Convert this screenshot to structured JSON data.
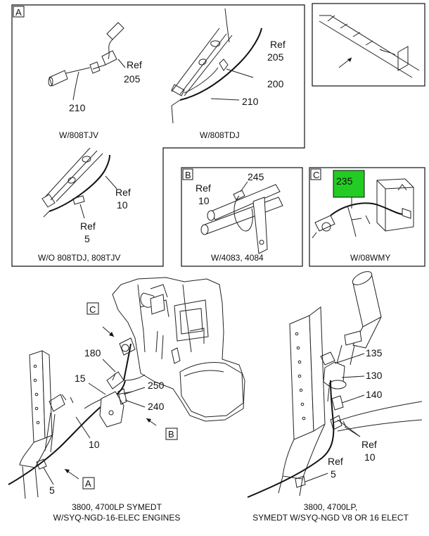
{
  "panel_a": {
    "letter": "A",
    "top_left": {
      "ref_word": "Ref",
      "ref_num": "205",
      "part": "210",
      "caption": "W/808TJV"
    },
    "top_right": {
      "ref_word": "Ref",
      "ref_num": "205",
      "part_200": "200",
      "part_210": "210",
      "caption": "W/808TDJ"
    },
    "bottom_left": {
      "ref_word_a": "Ref",
      "ref_num_a": "10",
      "ref_word_b": "Ref",
      "ref_num_b": "5",
      "caption": "W/O 808TDJ, 808TJV"
    }
  },
  "panel_b": {
    "letter": "B",
    "part": "245",
    "ref_word": "Ref",
    "ref_num": "10",
    "caption": "W/4083, 4084"
  },
  "panel_c": {
    "letter": "C",
    "part": "235",
    "highlight_color": "#22cc22",
    "caption": "W/08WMY"
  },
  "main_left": {
    "callout_c": "C",
    "callout_b": "B",
    "callout_a": "A",
    "p180": "180",
    "p15": "15",
    "p250": "250",
    "p240": "240",
    "p10": "10",
    "p5": "5",
    "caption_line1": "3800, 4700LP SYMEDT",
    "caption_line2": "W/SYQ-NGD-16-ELEC ENGINES"
  },
  "main_right": {
    "p135": "135",
    "p130": "130",
    "p140": "140",
    "ref_word_a": "Ref",
    "ref_num_a": "10",
    "ref_word_b": "Ref",
    "ref_num_b": "5",
    "caption_line1": "3800, 4700LP,",
    "caption_line2": "SYMEDT W/SYQ-NGD V8 OR 16 ELECT"
  }
}
